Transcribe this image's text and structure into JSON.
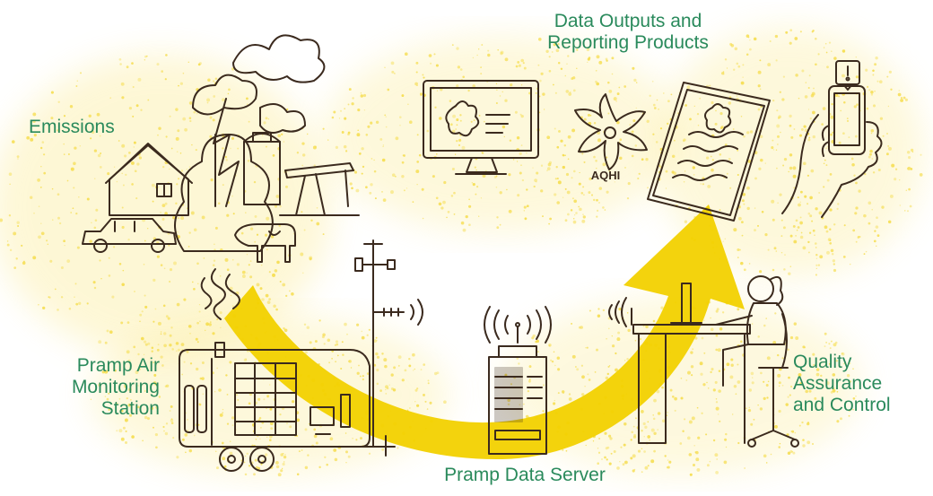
{
  "labels": {
    "emissions": "Emissions",
    "outputs_line1": "Data Outputs and",
    "outputs_line2": "Reporting Products",
    "station_line1": "Pramp Air",
    "station_line2": "Monitoring",
    "station_line3": "Station",
    "server": "Pramp Data Server",
    "qa_line1": "Quality",
    "qa_line2": "Assurance",
    "qa_line3": "and Control",
    "aqhi": "AQHI"
  },
  "colors": {
    "label_green": "#2a8a5c",
    "arrow_yellow": "#f2d100",
    "speckle_yellow": "#f5dc4a",
    "ink": "#3b2a1e"
  },
  "icons": {
    "emissions": "house-car-trees-cow-oil-pump-icon",
    "monitor": "computer-monitor-icon",
    "aqhi": "aqhi-flower-logo-icon",
    "report": "report-document-icon",
    "phone": "hand-holding-phone-icon",
    "tower": "weather-tower-icon",
    "server": "data-server-icon",
    "station": "monitoring-trailer-icon",
    "qa": "person-at-desk-icon"
  }
}
